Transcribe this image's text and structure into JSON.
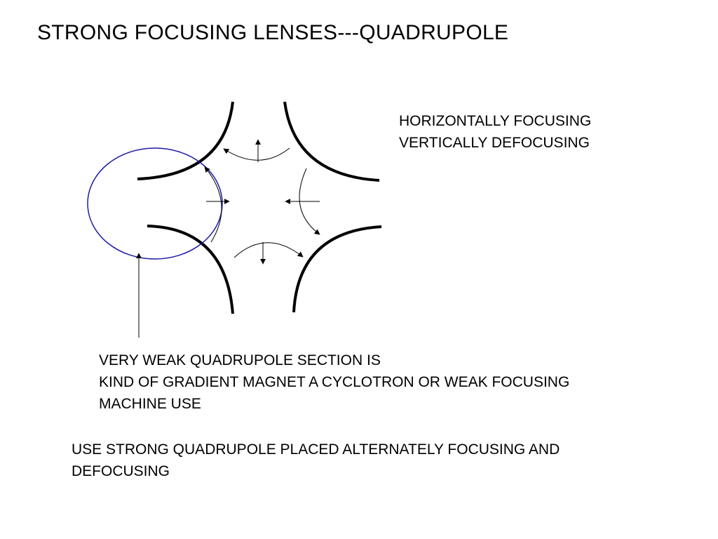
{
  "title": "STRONG FOCUSING LENSES---QUADRUPOLE",
  "annotation_right": {
    "line1": "HORIZONTALLY FOCUSING",
    "line2": "VERTICALLY DEFOCUSING"
  },
  "annotation_weak": {
    "line1": "VERY WEAK QUADRUPOLE SECTION IS",
    "line2": "KIND OF GRADIENT MAGNET A CYCLOTRON OR WEAK FOCUSING",
    "line3": "MACHINE USE"
  },
  "annotation_strong": {
    "line1": "USE STRONG QUADRUPOLE PLACED ALTERNATELY FOCUSING AND",
    "line2": "DEFOCUSING"
  },
  "colors": {
    "pole": "#000000",
    "weak_section_ellipse": "#1a1aa6",
    "background": "#ffffff"
  }
}
